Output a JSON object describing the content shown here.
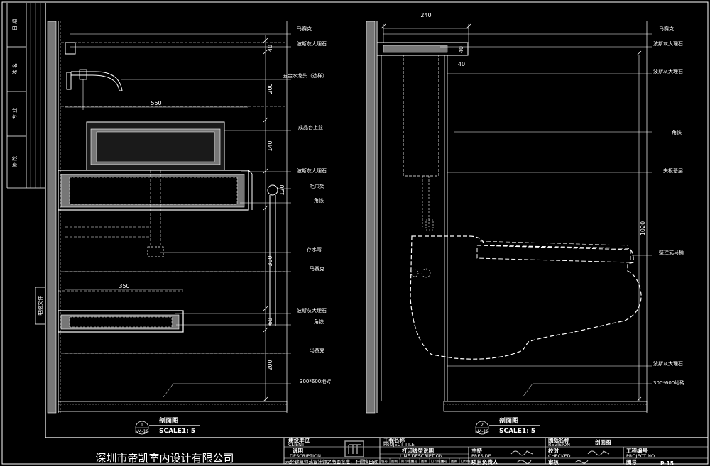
{
  "revision_strip": {
    "labels": [
      "日 期",
      "姓 名",
      "专 业",
      "修 改"
    ],
    "file_tag": "电脑文件"
  },
  "left_view": {
    "callouts": [
      "马赛克",
      "波斯灰大理石",
      "五金水龙头（选样）",
      "成品台上盆",
      "波斯灰大理石",
      "毛巾架",
      "角铁",
      "存水弯",
      "马赛克",
      "波斯灰大理石",
      "角铁",
      "马赛克",
      "300*600地砖"
    ],
    "dims": [
      "550",
      "40",
      "200",
      "140",
      "120",
      "300",
      "350",
      "60",
      "200"
    ],
    "title": "剖面图",
    "scale": "SCALE1: 5",
    "tag_top": "1",
    "tag_bottom": "LM-15"
  },
  "right_view": {
    "callouts": [
      "马赛克",
      "波斯灰大理石",
      "波斯灰大理石",
      "角铁",
      "夹板基层",
      "壁挂式马桶",
      "波斯灰大理石",
      "300*600地砖"
    ],
    "dims": [
      "240",
      "40",
      "40",
      "1020"
    ],
    "title": "剖面图",
    "scale": "SCALE1: 5",
    "tag_top": "2",
    "tag_bottom": "LM-15"
  },
  "title_block": {
    "company": "深圳市帝凯室内设计有限公司",
    "client_cn": "建设单位",
    "client_en": "CLIENT",
    "desc_cn": "说明",
    "desc_en": "DESCRIPTION",
    "note": "未经建筑师或设计师之书面批准，不得擅自改",
    "project_cn": "工程名称",
    "project_en": "PROJECT TILE",
    "line_cn": "打印线型说明",
    "line_en": "LINE DESCRIPTION",
    "preside_cn": "主持",
    "preside_en": "PRESIDE",
    "pm_cn": "项目负责人",
    "rev_cn": "图纸名称",
    "rev_en": "REVISION",
    "drawing_name": "剖面图",
    "checked_cn": "校对",
    "checked_en": "CHECKED",
    "review_cn": "审核",
    "projno_cn": "工程编号",
    "projno_en": "PROJECT NO.",
    "drawno_cn": "图号",
    "drawno": "P-15",
    "line_cols": [
      "色号",
      "图例",
      "打印线宽",
      "色号",
      "图例",
      "打印线宽",
      "色号",
      "图例",
      "打印线宽"
    ]
  }
}
